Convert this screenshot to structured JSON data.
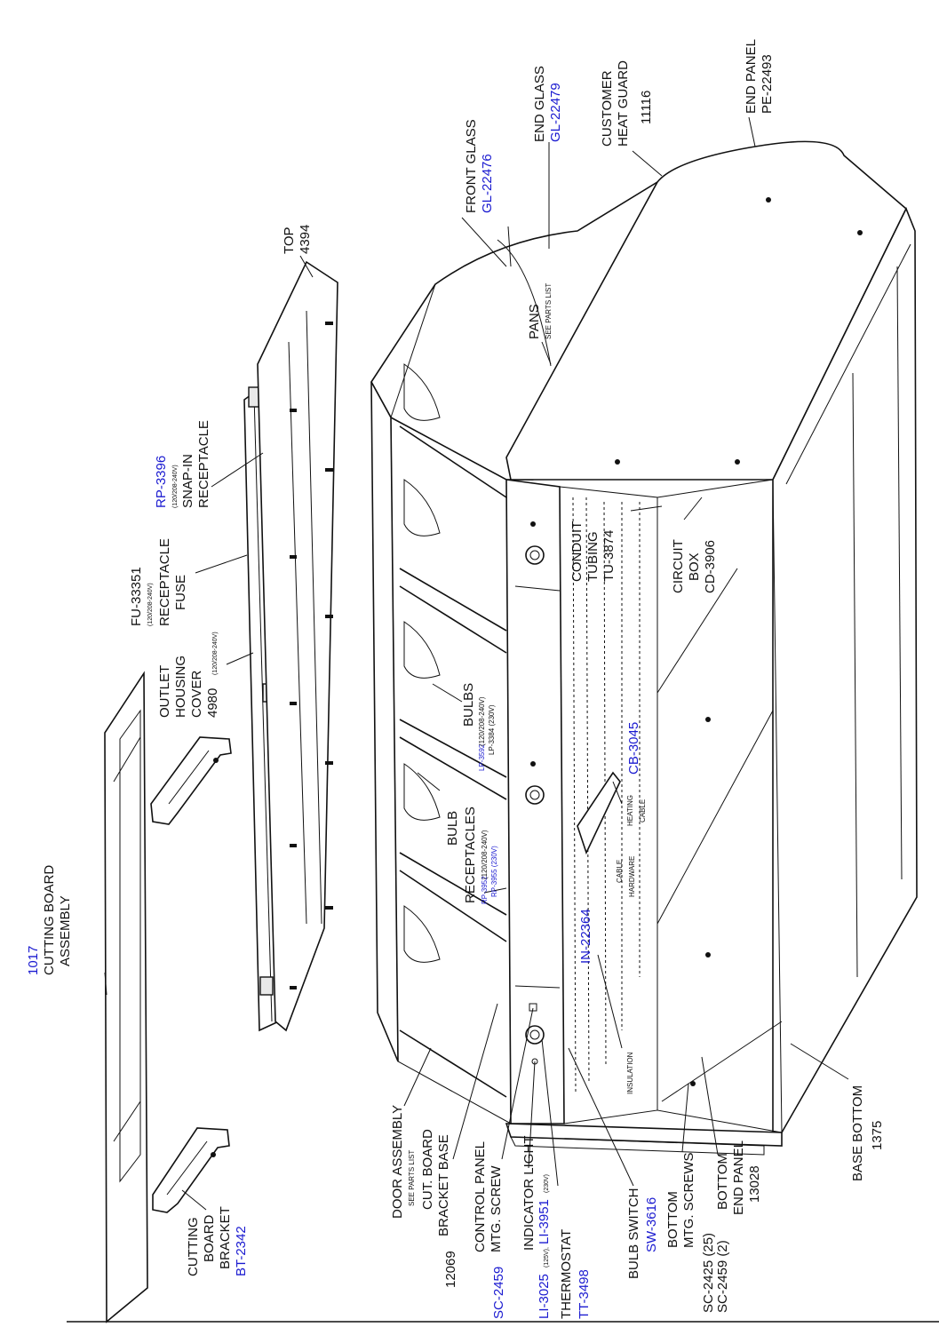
{
  "labels": {
    "top": [
      "TOP",
      "4394"
    ],
    "end_panel": [
      "END PANEL",
      "PE-22493"
    ],
    "heat_guard": [
      "CUSTOMER",
      "HEAT GUARD",
      "11116"
    ],
    "end_glass": [
      "END GLASS",
      "GL-22479"
    ],
    "front_glass": [
      "FRONT GLASS",
      "GL-22476"
    ],
    "pans": [
      "PANS",
      "SEE PARTS LIST"
    ],
    "snap_receptacle": [
      "RP-3396",
      "(120/208-240V)",
      "SNAP-IN",
      "RECEPTACLE"
    ],
    "fuse": [
      "FU-33351",
      "(120/208-240V)",
      "RECEPTACLE",
      "FUSE"
    ],
    "outlet_cover": [
      "OUTLET",
      "HOUSING",
      "COVER",
      "4980",
      "(120/208-240V)"
    ],
    "cutting_board": [
      "1017",
      "CUTTING BOARD",
      "ASSEMBLY"
    ],
    "bulbs": [
      "BULBS",
      "LP-3592",
      "(120/208-240V)",
      "LP-3384 (230V)"
    ],
    "bulb_receptacles": [
      "BULB",
      "RECEPTACLES",
      "RP-3952",
      "(120/208-240V)",
      "RP-3955 (230V)"
    ],
    "conduit": [
      "CONDUIT",
      "TUBING",
      "TU-3874"
    ],
    "circuit_box": [
      "CIRCUIT",
      "BOX",
      "CD-3906"
    ],
    "heating_cable": [
      "CB-3045",
      "HEATING",
      "CABLE"
    ],
    "cable_hardware": [
      "IN-22364",
      "CABLE",
      "HARDWARE"
    ],
    "insulation": "INSULATION",
    "base_bottom": [
      "BASE BOTTOM",
      "1375"
    ],
    "bottom_end_panel": [
      "BOTTOM",
      "END PANEL",
      "13028"
    ],
    "bottom_screws": [
      "BOTTOM",
      "MTG. SCREWS",
      "SC-2425 (25)",
      "SC-2459 (2)"
    ],
    "bulb_switch": [
      "BULB SWITCH",
      "SW-3616"
    ],
    "thermostat": [
      "THERMOSTAT",
      "TT-3498"
    ],
    "indicator_light": [
      "INDICATOR LIGHT",
      "LI-3025",
      "(125V),",
      "LI-3951",
      "(230V)"
    ],
    "control_panel_screw": [
      "CONTROL PANEL",
      "MTG. SCREW",
      "SC-2459"
    ],
    "door_assembly": [
      "DOOR ASSEMBLY",
      "SEE PARTS LIST",
      "CUT. BOARD",
      "BRACKET BASE",
      "12069"
    ],
    "cutting_board_bracket": [
      "CUTTING",
      "BOARD",
      "BRACKET",
      "BT-2342"
    ]
  }
}
